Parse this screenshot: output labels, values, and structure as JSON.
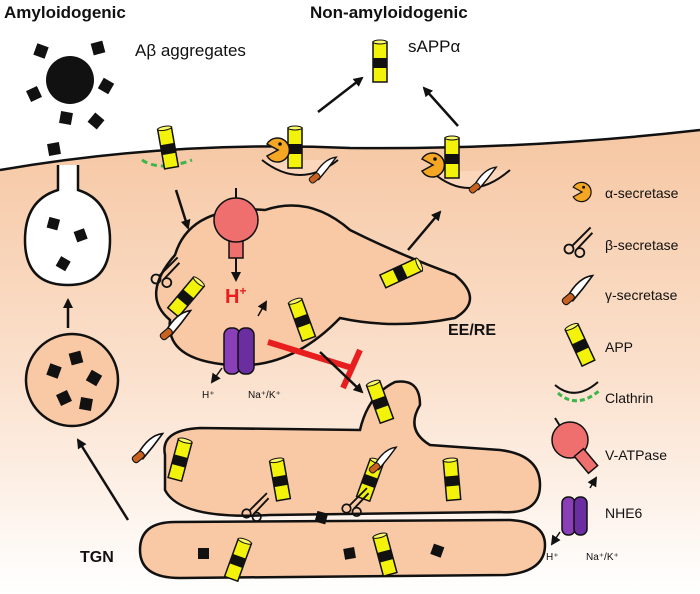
{
  "titles": {
    "amyloidogenic": "Amyloidogenic",
    "non_amyloidogenic": "Non-amyloidogenic"
  },
  "labels": {
    "abeta": "Aβ aggregates",
    "sappa": "sAPPα",
    "ee_re": "EE/RE",
    "tgn": "TGN",
    "h_plus": "H",
    "h_plus_sup": "+",
    "nhe_h": "H⁺",
    "nhe_nak": "Na⁺/K⁺"
  },
  "legend": {
    "items": [
      {
        "label": "α-secretase",
        "icon": "pacman-icon"
      },
      {
        "label": "β-secretase",
        "icon": "scissors-icon"
      },
      {
        "label": "γ-secretase",
        "icon": "knife-icon"
      },
      {
        "label": "APP",
        "icon": "app-cylinder-icon"
      },
      {
        "label": "Clathrin",
        "icon": "clathrin-icon"
      },
      {
        "label": "V-ATPase",
        "icon": "v-atpase-icon"
      },
      {
        "label": "NHE6",
        "icon": "nhe6-icon"
      }
    ],
    "nhe_h": "H⁺",
    "nhe_nak": "Na⁺/K⁺"
  },
  "colors": {
    "cytoplasm_top": "#f6c7a3",
    "cytoplasm_bottom": "#ffffff",
    "organelle": "#f9c9a6",
    "app_yellow": "#f2f20a",
    "v_atpase": "#ef6e6e",
    "nhe6": "#8a3fb8",
    "pacman": "#f5a623",
    "knife": "#c8621e",
    "clathrin": "#3cb54a",
    "inhibit": "#e81e1e"
  }
}
